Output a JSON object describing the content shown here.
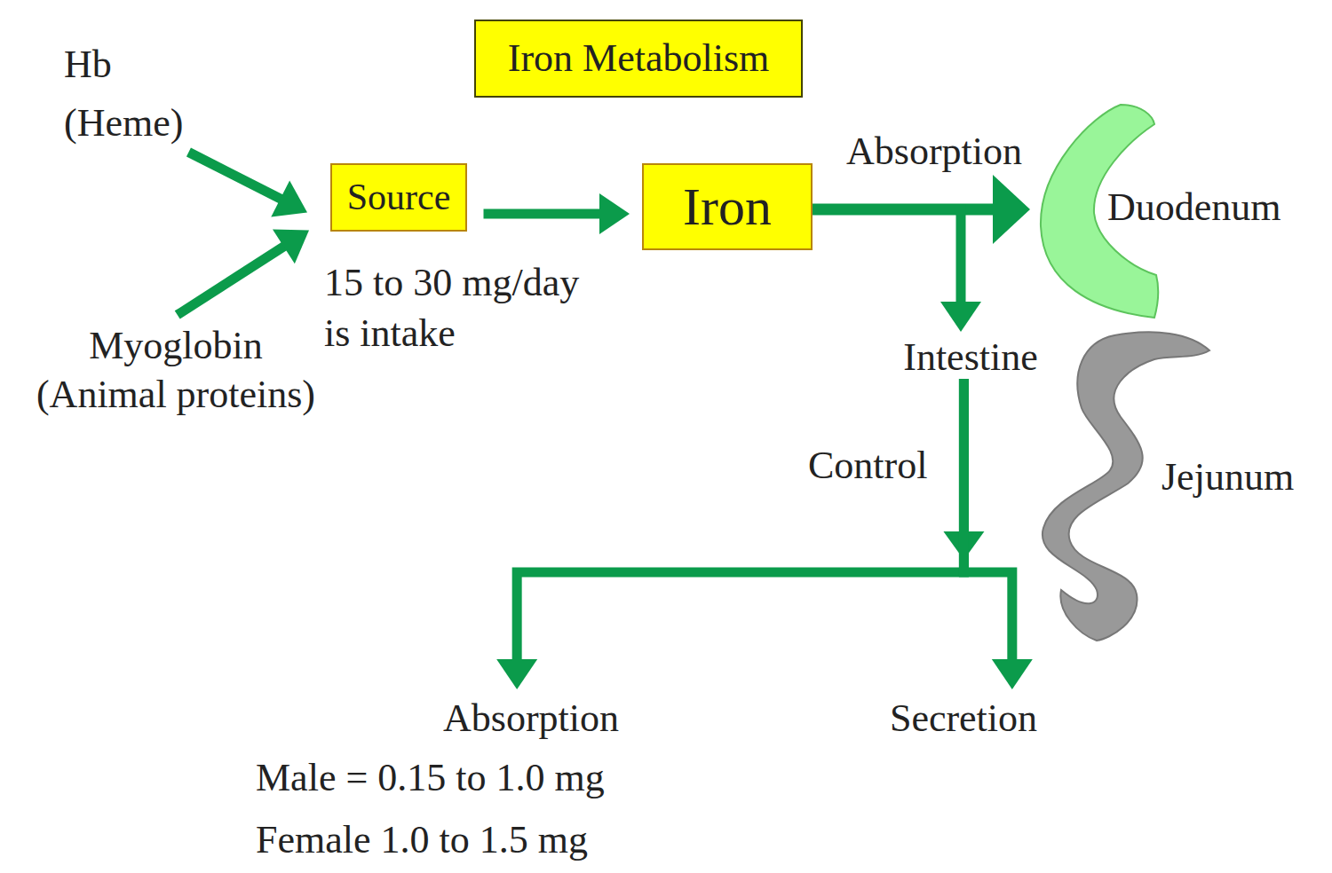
{
  "diagram": {
    "title": "Iron Metabolism",
    "nodes": [
      {
        "text": [
          "Hb (Heme)"
        ]
      },
      {
        "text": [
          "Myoglobin (Animal proteins)"
        ]
      },
      {
        "text": [
          "Source"
        ]
      },
      {
        "text": [
          "Iron"
        ]
      },
      {
        "text": [
          "Duodenum"
        ]
      },
      {
        "text": [
          "Intestine"
        ]
      },
      {
        "text": [
          "Absorption"
        ]
      },
      {
        "text": [
          "Secretion"
        ]
      }
    ],
    "edges": [
      {
        "from": 0,
        "to": 2,
        "arrow": "to"
      },
      {
        "from": 1,
        "to": 2,
        "arrow": "to"
      },
      {
        "from": 2,
        "to": 3,
        "arrow": "to"
      },
      {
        "from": 3,
        "to": 4,
        "label": "Absorption",
        "arrow": "to"
      },
      {
        "from": 3,
        "to": 5,
        "arrow": "to"
      },
      {
        "from": 5,
        "to": 6,
        "label": "Control",
        "arrow": "to"
      },
      {
        "from": 5,
        "to": 7,
        "arrow": "to"
      }
    ],
    "labels": [
      "15 to 30 mg/day is intake",
      "Jejunum",
      "Male = 0.15 to 1.0 mg",
      "Female 1.0 to 1.5 mg"
    ]
  }
}
